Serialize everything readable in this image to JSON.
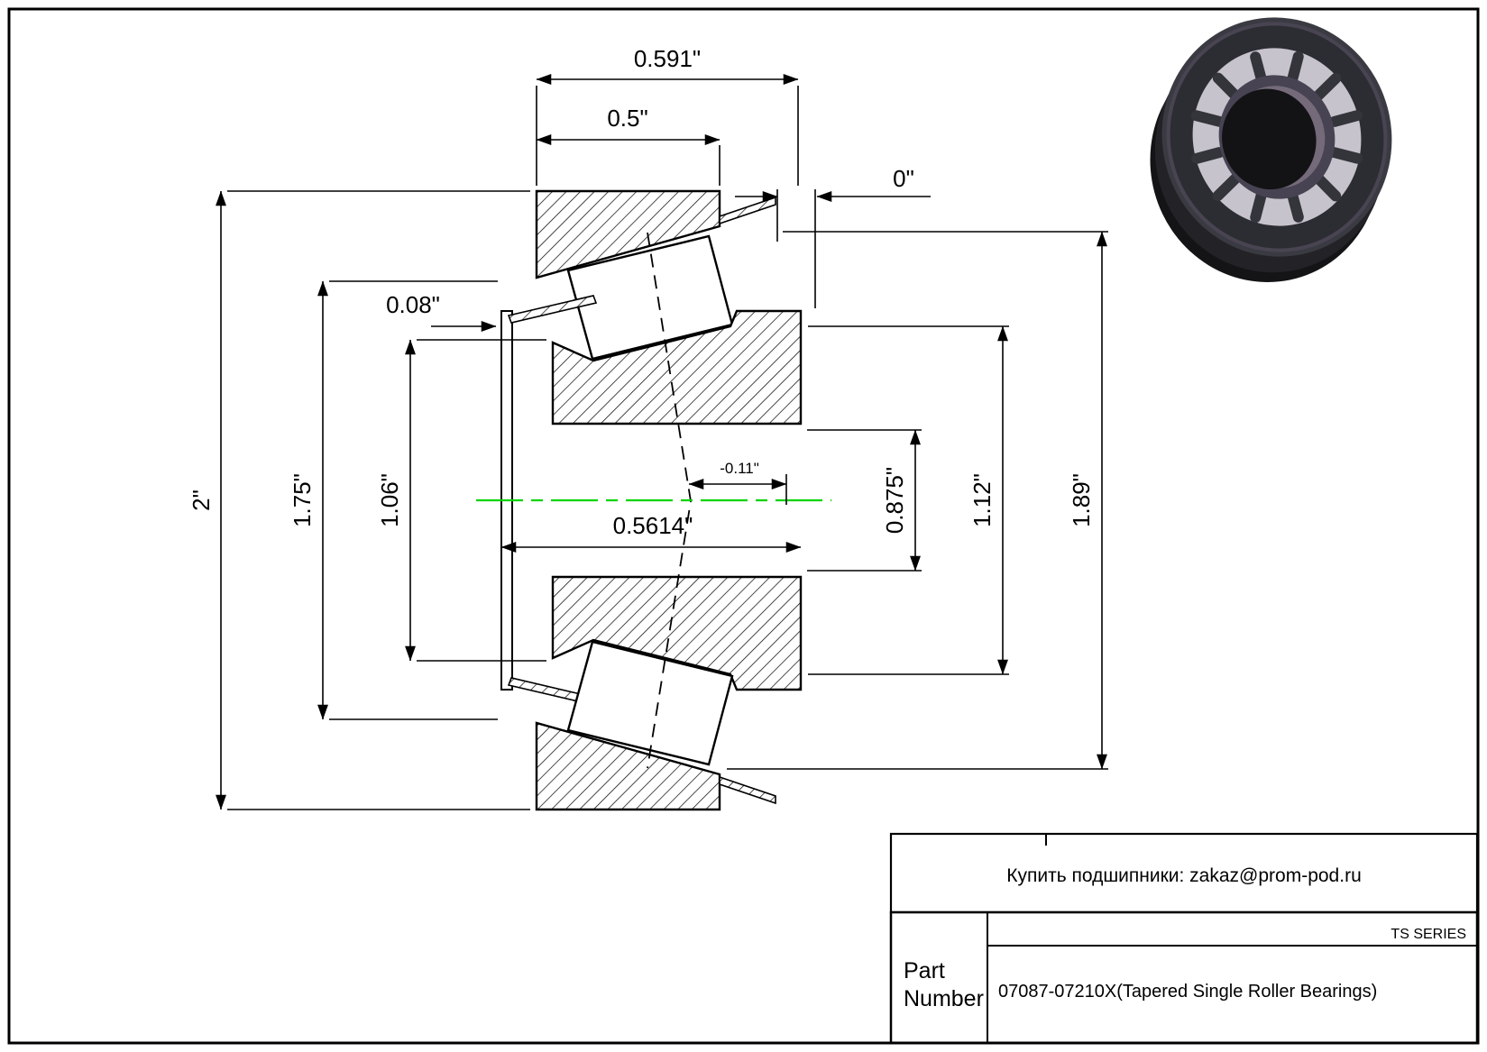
{
  "drawing": {
    "centerline_color": "#00d400",
    "dims": {
      "overall_width": "0.591\"",
      "cup_width": "0.5\"",
      "standout": "0\"",
      "flange_width": "0.08\"",
      "flange_od": "1.75\"",
      "shoulder_od": "1.06\"",
      "outer_diameter": "2\"",
      "cone_width": "0.5614\"",
      "center_offset": "-0.11\"",
      "bore": "0.875\"",
      "rib_od": "1.12\"",
      "housing_od": "1.89\""
    }
  },
  "title_block": {
    "contact": "Купить подшипники: zakaz@prom-pod.ru",
    "series": "TS SERIES",
    "part_label": "Part Number",
    "part_value": "07087-07210X(Tapered Single Roller Bearings)"
  }
}
